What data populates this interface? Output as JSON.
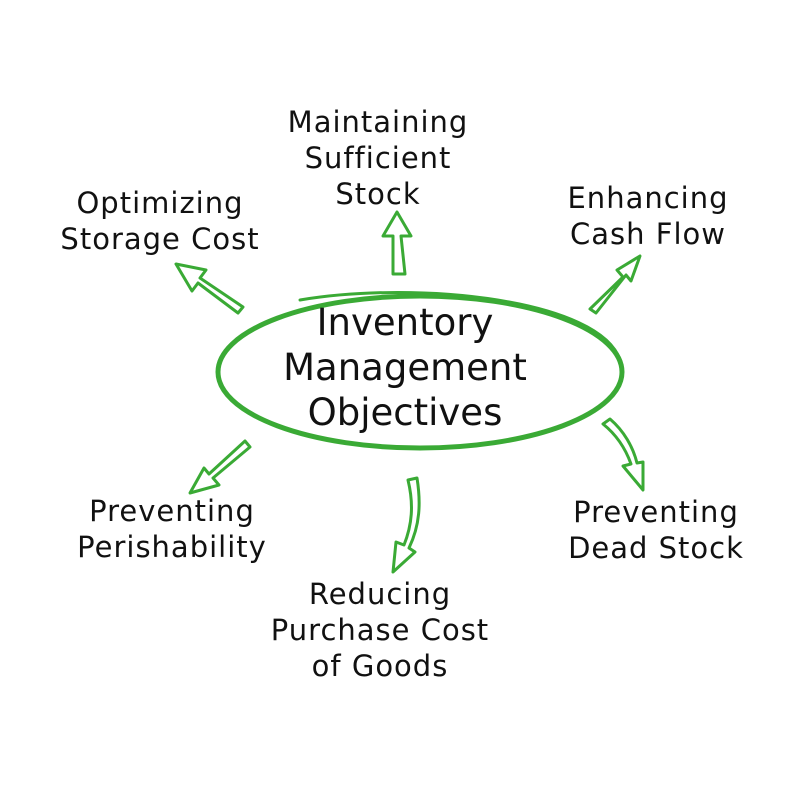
{
  "colors": {
    "accent": "#3aaa35",
    "text": "#111111",
    "background": "#ffffff"
  },
  "center": {
    "lines": [
      "Inventory",
      "Management",
      "Objectives"
    ]
  },
  "nodes": [
    {
      "id": "maintaining",
      "lines": [
        "Maintaining",
        "Sufficient",
        "Stock"
      ]
    },
    {
      "id": "optimizing",
      "lines": [
        "Optimizing",
        "Storage Cost"
      ]
    },
    {
      "id": "enhancing",
      "lines": [
        "Enhancing",
        "Cash Flow"
      ]
    },
    {
      "id": "perishability",
      "lines": [
        "Preventing",
        "Perishability"
      ]
    },
    {
      "id": "reducing",
      "lines": [
        "Reducing",
        "Purchase Cost",
        "of Goods"
      ]
    },
    {
      "id": "deadstock",
      "lines": [
        "Preventing",
        "Dead Stock"
      ]
    }
  ]
}
